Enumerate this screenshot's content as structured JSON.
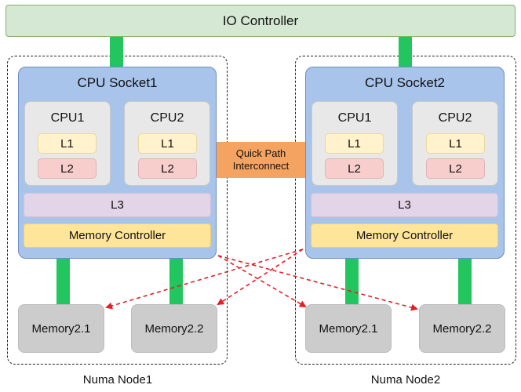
{
  "io_controller": "IO Controller",
  "interconnect": {
    "line1": "Quick Path",
    "line2": "Interconnect"
  },
  "sockets": [
    {
      "title": "CPU Socket1",
      "cpus": [
        {
          "name": "CPU1",
          "l1": "L1",
          "l2": "L2"
        },
        {
          "name": "CPU2",
          "l1": "L1",
          "l2": "L2"
        }
      ],
      "l3": "L3",
      "memory_controller": "Memory Controller",
      "memories": [
        "Memory2.1",
        "Memory2.2"
      ],
      "numa_label": "Numa Node1"
    },
    {
      "title": "CPU Socket2",
      "cpus": [
        {
          "name": "CPU1",
          "l1": "L1",
          "l2": "L2"
        },
        {
          "name": "CPU2",
          "l1": "L1",
          "l2": "L2"
        }
      ],
      "l3": "L3",
      "memory_controller": "Memory Controller",
      "memories": [
        "Memory2.1",
        "Memory2.2"
      ],
      "numa_label": "Numa Node2"
    }
  ],
  "colors": {
    "link": "#22c55e",
    "cross_arrow": "#e41e26",
    "io": "#d5e8d4",
    "socket": "#a9c4eb",
    "cpu": "#e8e8e8",
    "l1": "#fff2cc",
    "l2": "#f8cecc",
    "l3": "#e1d5e7",
    "memory_controller": "#ffe599",
    "memory": "#cccccc",
    "interconnect": "#f4a460"
  }
}
